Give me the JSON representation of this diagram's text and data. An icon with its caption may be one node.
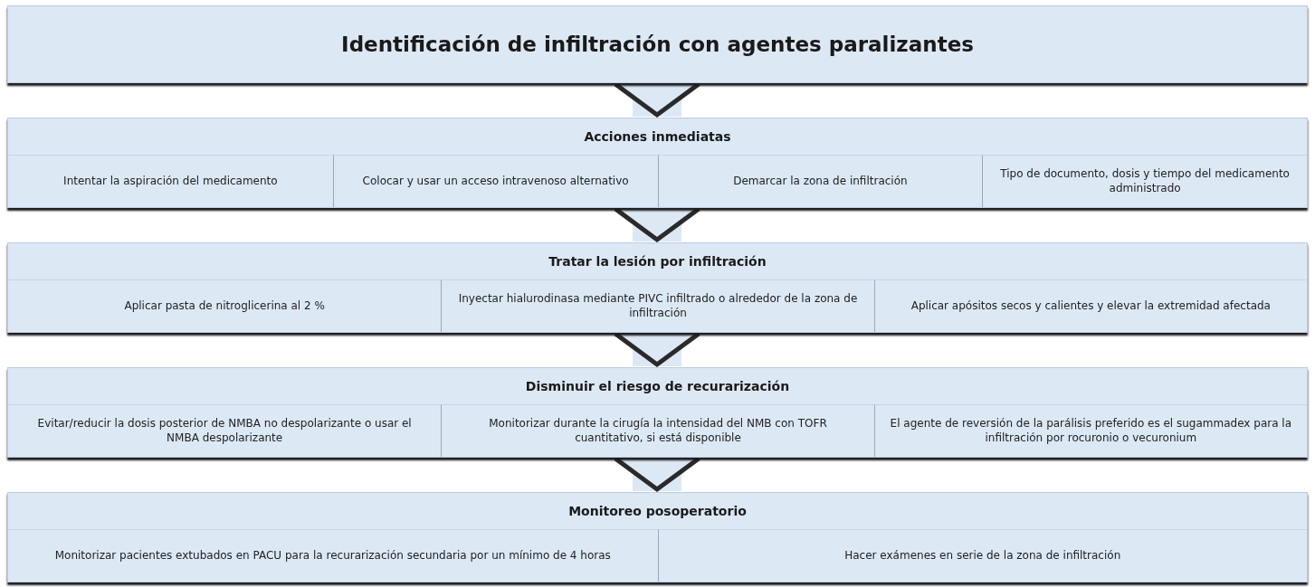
{
  "diagram": {
    "nodes": [
      {
        "text": [
          "Identificación de infiltración con agentes paralizantes"
        ]
      },
      {
        "text": [
          "Acciones inmediatas"
        ]
      },
      {
        "text": [
          "Intentar la aspiración del medicamento"
        ],
        "in": 1
      },
      {
        "text": [
          "Colocar y usar un acceso intravenoso alternativo"
        ],
        "in": 1
      },
      {
        "text": [
          "Demarcar la zona de infiltración"
        ],
        "in": 1
      },
      {
        "text": [
          "Tipo de documento, dosis y tiempo del medicamento administrado"
        ],
        "in": 1
      },
      {
        "text": [
          "Tratar la lesión por infiltración"
        ]
      },
      {
        "text": [
          "Aplicar pasta de nitroglicerina al 2 %"
        ],
        "in": 6
      },
      {
        "text": [
          "Inyectar hialurodinasa mediante PIVC infiltrado o alrededor de la zona de infiltración"
        ],
        "in": 6
      },
      {
        "text": [
          "Aplicar apósitos secos y calientes y elevar la extremidad afectada"
        ],
        "in": 6
      },
      {
        "text": [
          "Disminuir el riesgo de recurarización"
        ]
      },
      {
        "text": [
          "Evitar/reducir la dosis posterior de NMBA no despolarizante o usar el NMBA despolarizante"
        ],
        "in": 10
      },
      {
        "text": [
          "Monitorizar durante la cirugía la intensidad del NMB con TOFR cuantitativo, si está disponible"
        ],
        "in": 10
      },
      {
        "text": [
          "El agente de reversión de la parálisis preferido es el sugammadex para la infiltración por rocuronio o vecuronium"
        ],
        "in": 10
      },
      {
        "text": [
          "Monitoreo posoperatorio"
        ]
      },
      {
        "text": [
          "Monitorizar pacientes extubados en PACU para la recurarización secundaria por un mínimo de 4 horas"
        ],
        "in": 14
      },
      {
        "text": [
          "Hacer exámenes en serie de la zona de infiltración"
        ],
        "in": 14
      }
    ],
    "edges": [
      {
        "from": 0,
        "to": 1,
        "arrow": "to"
      },
      {
        "from": 1,
        "to": 6,
        "arrow": "to"
      },
      {
        "from": 6,
        "to": 10,
        "arrow": "to"
      },
      {
        "from": 10,
        "to": 14,
        "arrow": "to"
      }
    ]
  }
}
